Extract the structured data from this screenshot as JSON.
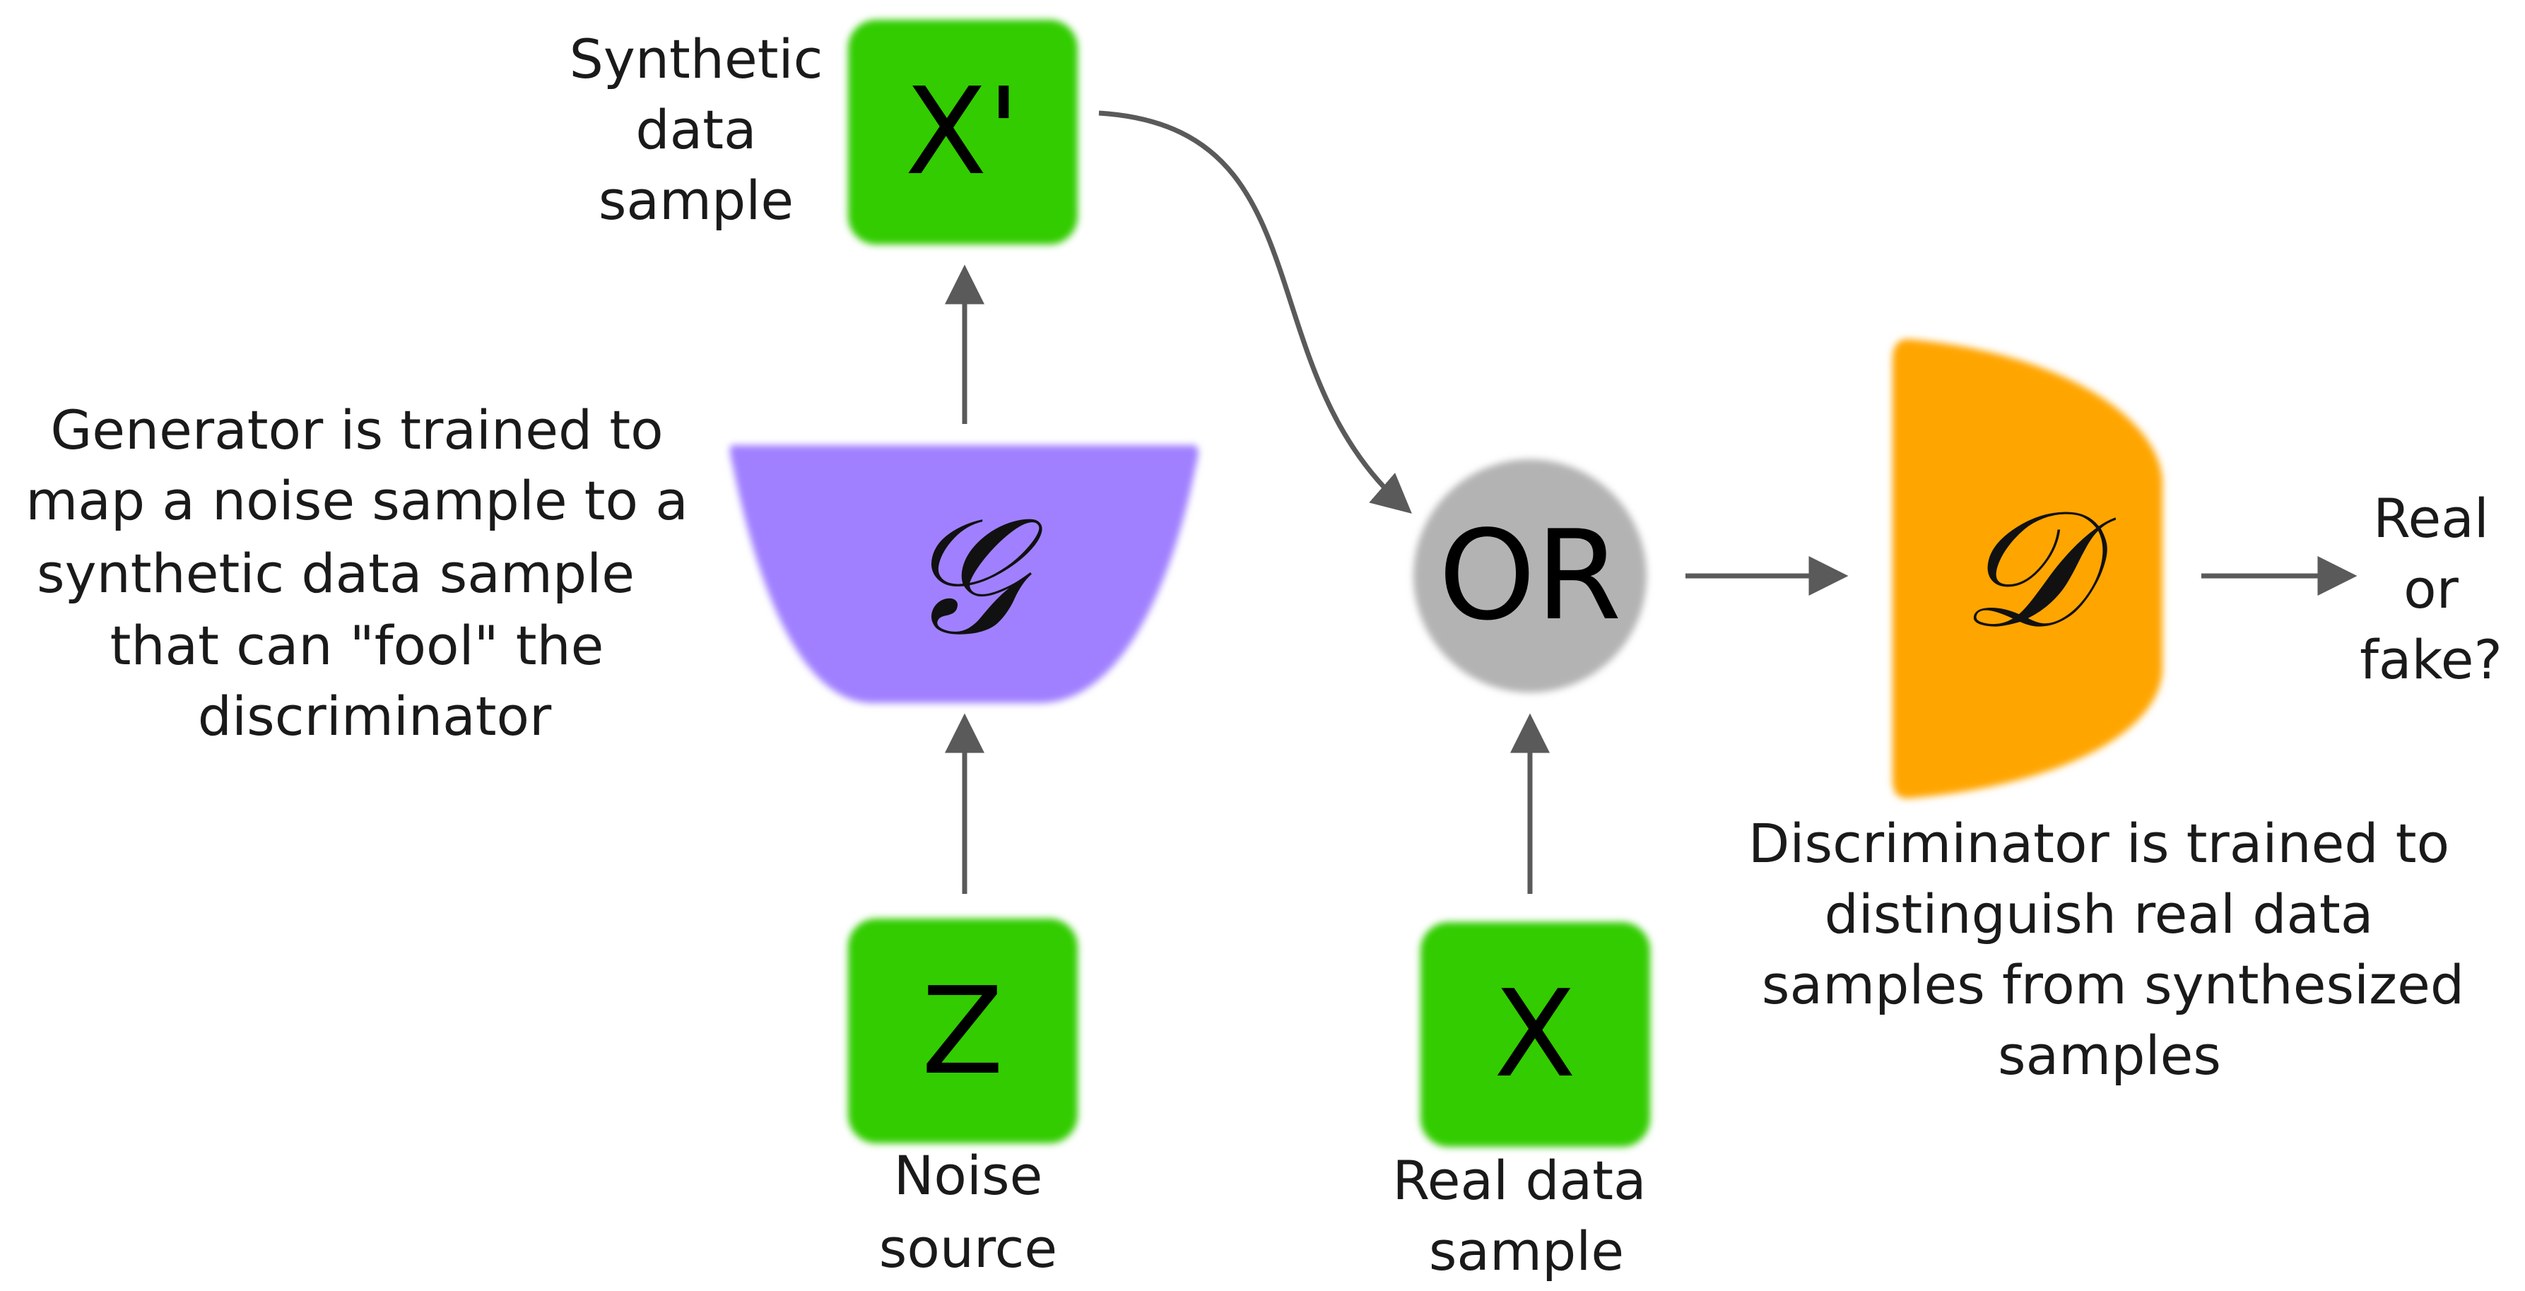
{
  "colors": {
    "sample_box": "#33cc00",
    "generator": "#a080ff",
    "discriminator": "#ffa500",
    "or_node": "#b3b3b3",
    "arrow": "#5a5a5a",
    "text": "#1a1a1a"
  },
  "nodes": {
    "synthetic_sample": {
      "symbol": "X'",
      "caption": [
        "Synthetic",
        "data",
        "sample"
      ]
    },
    "noise": {
      "symbol": "Z",
      "caption": [
        "Noise",
        "source"
      ]
    },
    "real_sample": {
      "symbol": "X",
      "caption": [
        "Real data",
        "sample"
      ]
    },
    "generator": {
      "symbol": "𝒢"
    },
    "or_node": {
      "label": "OR"
    },
    "discriminator": {
      "symbol": "𝒟"
    },
    "output": {
      "caption": [
        "Real",
        "or",
        "fake?"
      ]
    }
  },
  "annotations": {
    "generator": [
      "Generator is trained to",
      "map a noise sample to a",
      "synthetic data sample",
      "that can \"fool\" the",
      "discriminator"
    ],
    "discriminator": [
      "Discriminator is trained to",
      "distinguish real data",
      "samples from synthesized",
      "samples"
    ]
  }
}
